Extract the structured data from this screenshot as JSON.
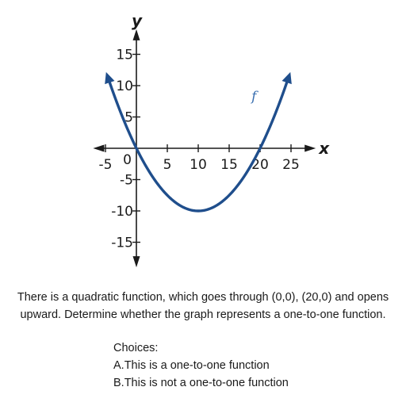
{
  "chart_data": {
    "type": "line",
    "xlabel": "x",
    "ylabel": "y",
    "xlim": [
      -7,
      29
    ],
    "ylim": [
      -19,
      19
    ],
    "x_ticks": [
      -5,
      5,
      10,
      15,
      20,
      25
    ],
    "x_tick_labels": [
      "-5",
      "5",
      "10",
      "15",
      "20",
      "25"
    ],
    "y_ticks": [
      15,
      10,
      5,
      -5,
      -10,
      -15
    ],
    "y_tick_labels": [
      "15",
      "10",
      "5",
      "-5",
      "-10",
      "-15"
    ],
    "origin_label": "0",
    "series": [
      {
        "name": "f",
        "color": "#1f4e8c",
        "x": [
          -5,
          0,
          5,
          10,
          15,
          20,
          25
        ],
        "y": [
          12.5,
          0,
          -7.5,
          -10,
          -7.5,
          0,
          12.5
        ]
      }
    ]
  },
  "question": {
    "text": "There is a quadratic function, which goes through (0,0), (20,0) and opens upward. Determine whether the graph represents a one-to-one function.",
    "choices_label": "Choices:",
    "choices": [
      "A.This is a one-to-one function",
      "B.This is not a one-to-one function"
    ]
  }
}
